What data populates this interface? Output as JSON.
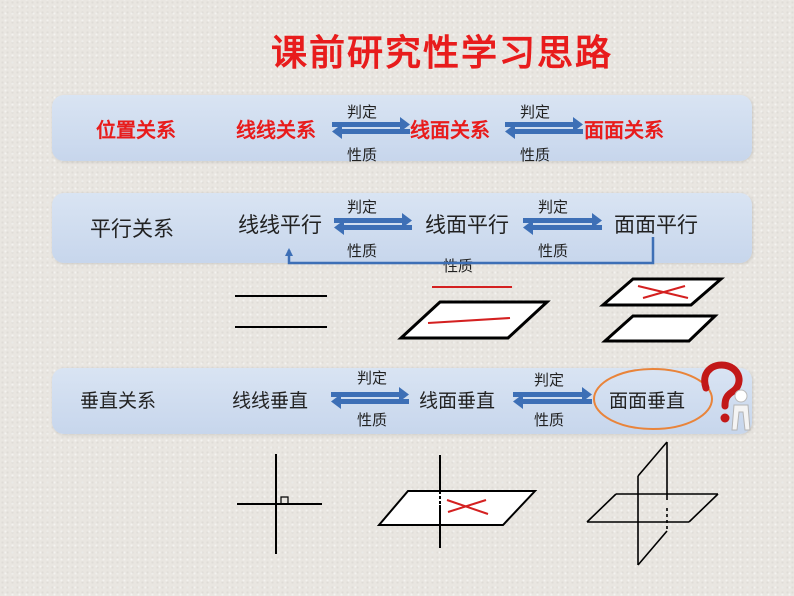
{
  "title": "课前研究性学习思路",
  "colors": {
    "title": "#e81c1c",
    "arrow": "#3d6fb6",
    "red_line": "#d42020",
    "ellipse": "#e9843a"
  },
  "row1": {
    "category": "位置关系",
    "item1": "线线关系",
    "item2": "线面关系",
    "item3": "面面关系"
  },
  "row2": {
    "category": "平行关系",
    "item1": "线线平行",
    "item2": "线面平行",
    "item3": "面面平行"
  },
  "row3": {
    "category": "垂直关系",
    "item1": "线线垂直",
    "item2": "线面垂直",
    "item3": "面面垂直"
  },
  "arrow_labels": {
    "top": "判定",
    "bottom": "性质"
  },
  "return_arrow_label": "性质",
  "question_icon": "question-mark-figure-icon"
}
